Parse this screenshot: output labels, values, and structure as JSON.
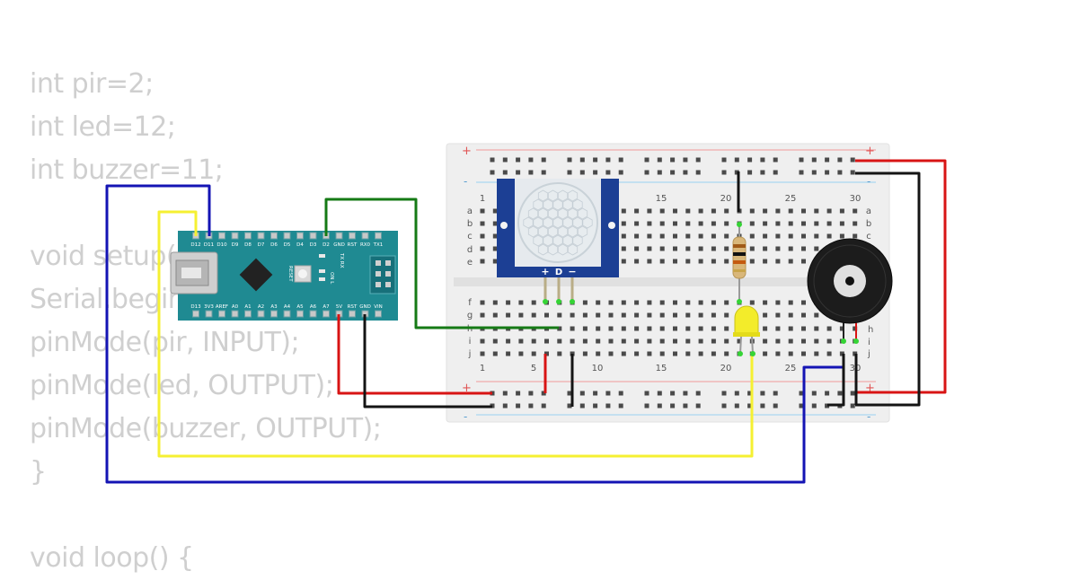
{
  "code": {
    "lines": [
      "int pir=2;",
      "int led=12;",
      "int buzzer=11;",
      "",
      "void setup() {",
      "Serial.begin(9600);",
      "pinMode(pir, INPUT);",
      "pinMode(led, OUTPUT);",
      "pinMode(buzzer, OUTPUT);",
      "}",
      "",
      "void loop() {"
    ]
  },
  "breadboard": {
    "col_labels": [
      "1",
      "5",
      "10",
      "15",
      "20",
      "25",
      "30"
    ],
    "row_labels_top": [
      "a",
      "b",
      "c",
      "d",
      "e"
    ],
    "row_labels_bottom": [
      "f",
      "g",
      "h",
      "i",
      "j"
    ],
    "plus": "+",
    "minus": "-"
  },
  "arduino": {
    "top_pins": [
      "D12",
      "D11",
      "D10",
      "D9",
      "D8",
      "D7",
      "D6",
      "D5",
      "D4",
      "D3",
      "D2",
      "GND",
      "RST",
      "RX0",
      "TX1"
    ],
    "bottom_pins": [
      "D13",
      "3V3",
      "AREF",
      "A0",
      "A1",
      "A2",
      "A3",
      "A4",
      "A5",
      "A6",
      "A7",
      "5V",
      "RST",
      "GND",
      "VIN"
    ],
    "rx_tx": "TX RX",
    "on_l": "ON L",
    "reset": "RESET"
  },
  "pir_sensor": {
    "pins": [
      "+",
      "D",
      "−"
    ]
  },
  "buzzer_pins": [
    "h",
    "i",
    "j"
  ],
  "colors": {
    "wire_blue": "#1414b4",
    "wire_yellow": "#f5f032",
    "wire_green": "#157a15",
    "wire_red": "#d81414",
    "wire_black": "#141414",
    "arduino": "#1f8a92",
    "breadboard": "#efefef",
    "code_text": "#cfcfcf"
  }
}
